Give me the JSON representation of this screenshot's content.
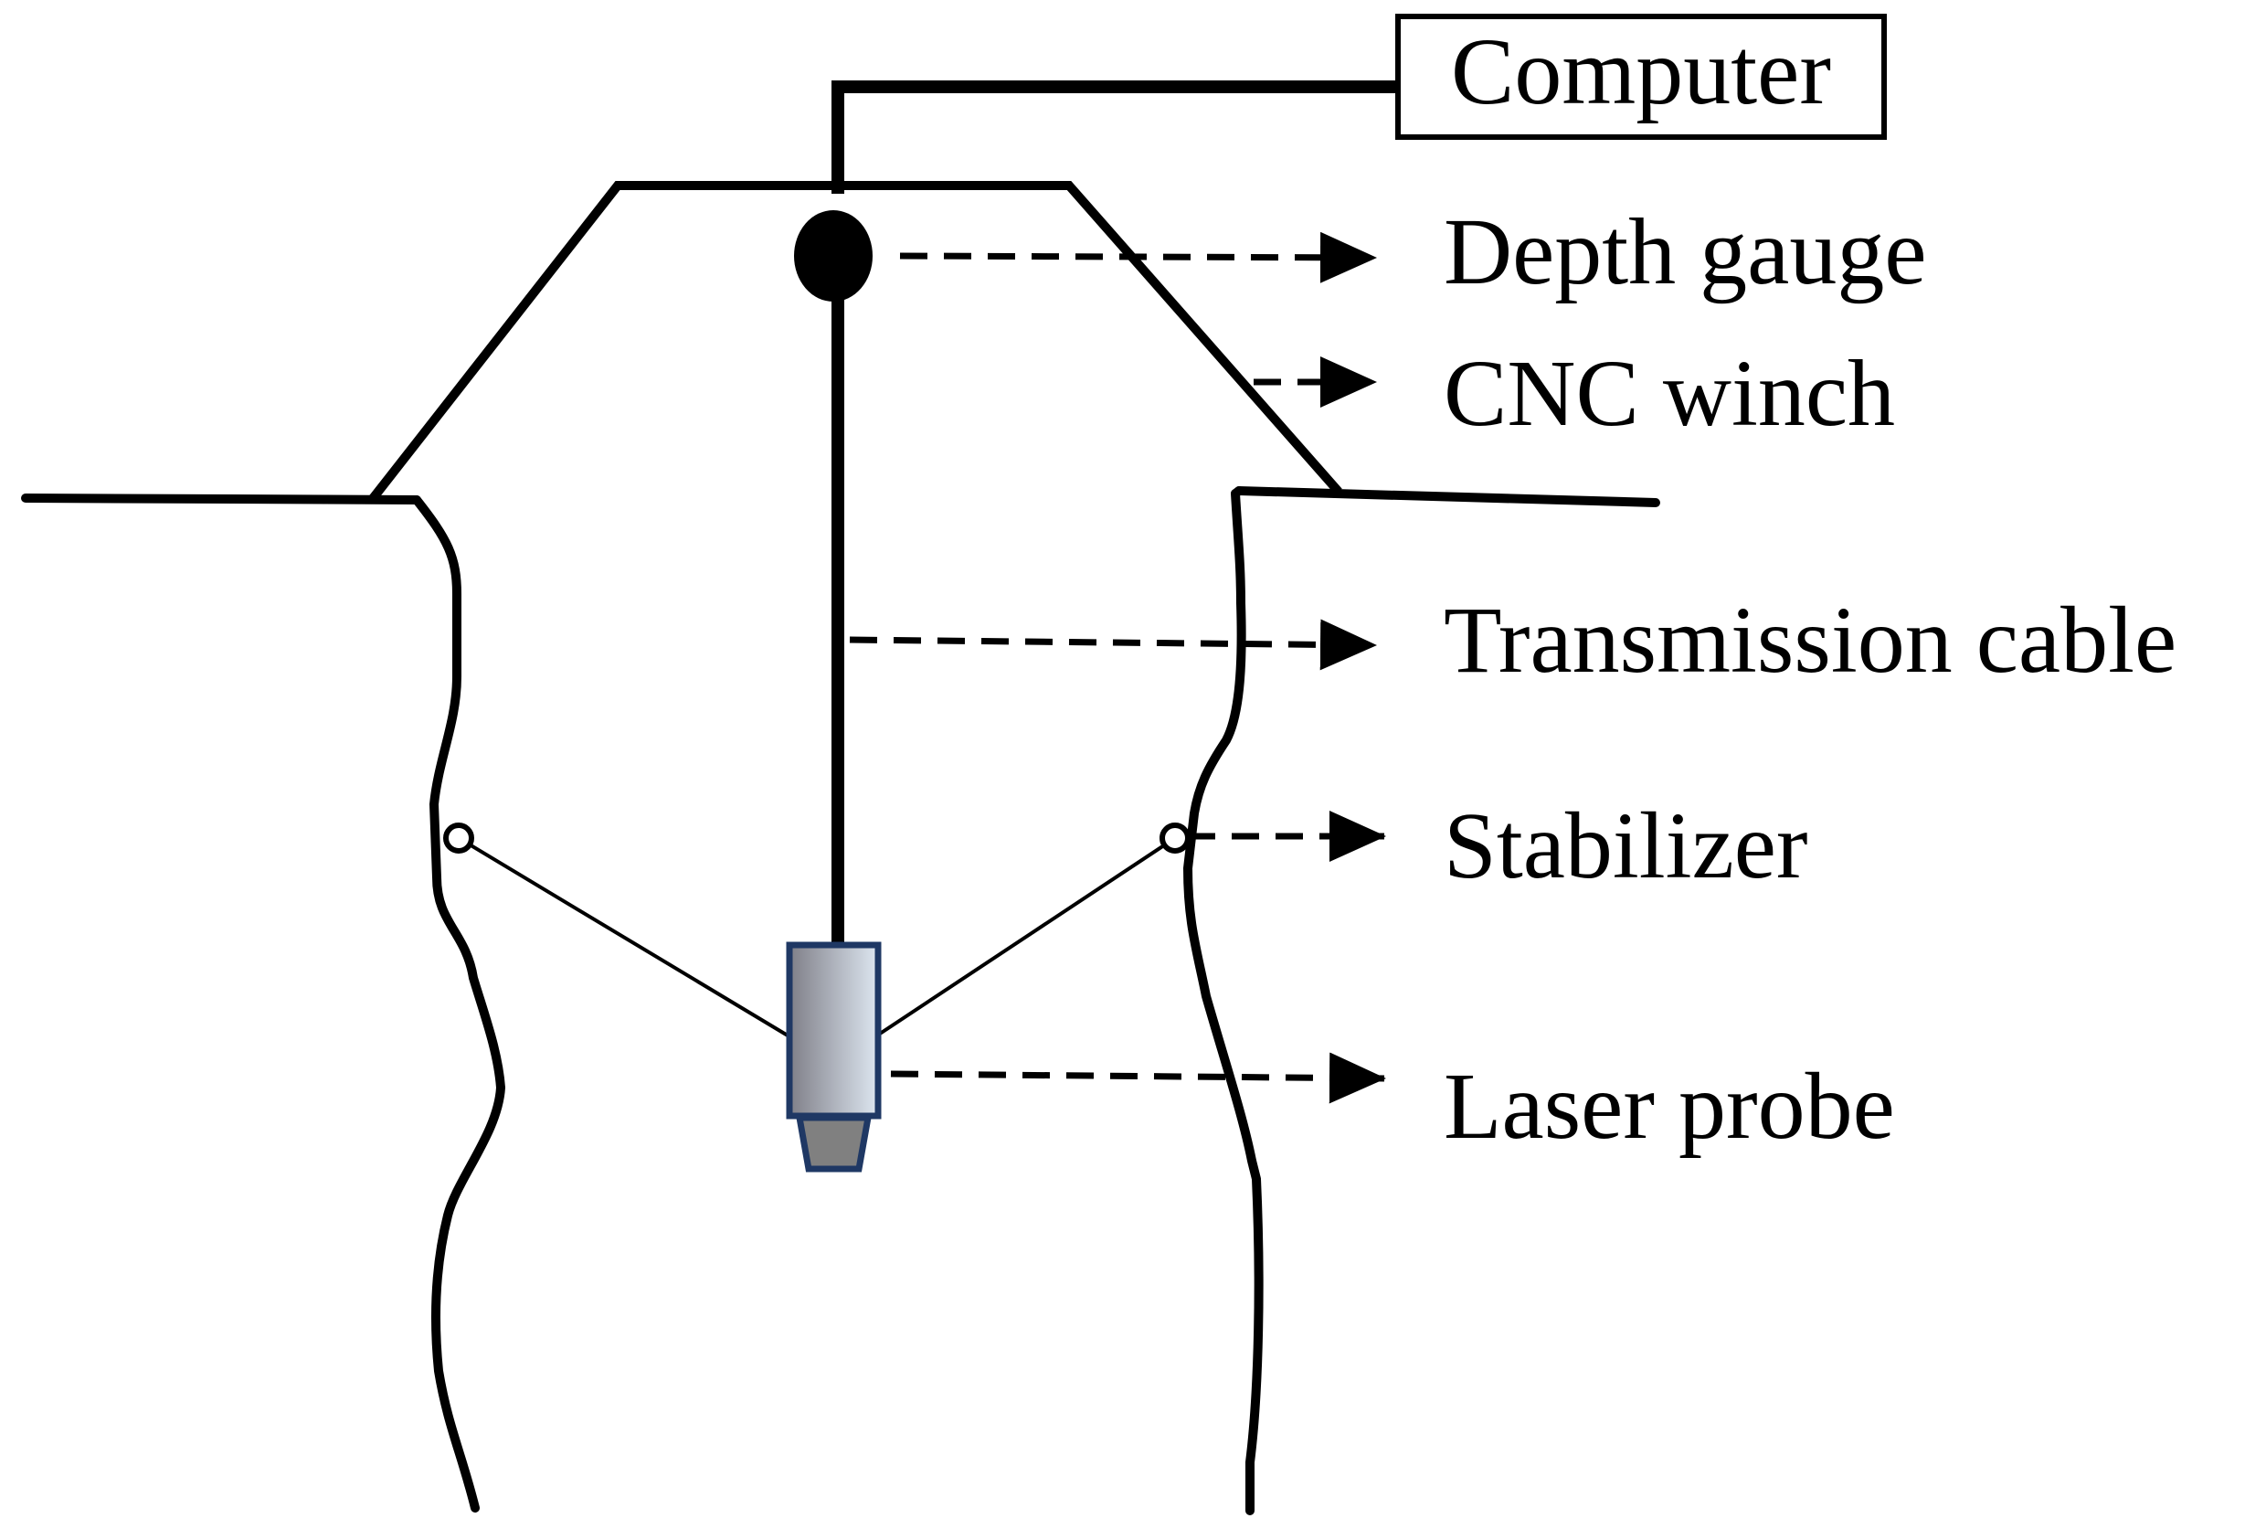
{
  "labels": {
    "computer": "Computer",
    "depth_gauge": "Depth gauge",
    "cnc_winch": "CNC winch",
    "transmission_cable": "Transmission cable",
    "stabilizer": "Stabilizer",
    "laser_probe": "Laser probe"
  },
  "colors": {
    "line": "#000000",
    "probe_border": "#1f3864",
    "probe_gradient_start": "#7f7f88",
    "probe_gradient_end": "#dde6f0",
    "probe_tip": "#808080"
  }
}
